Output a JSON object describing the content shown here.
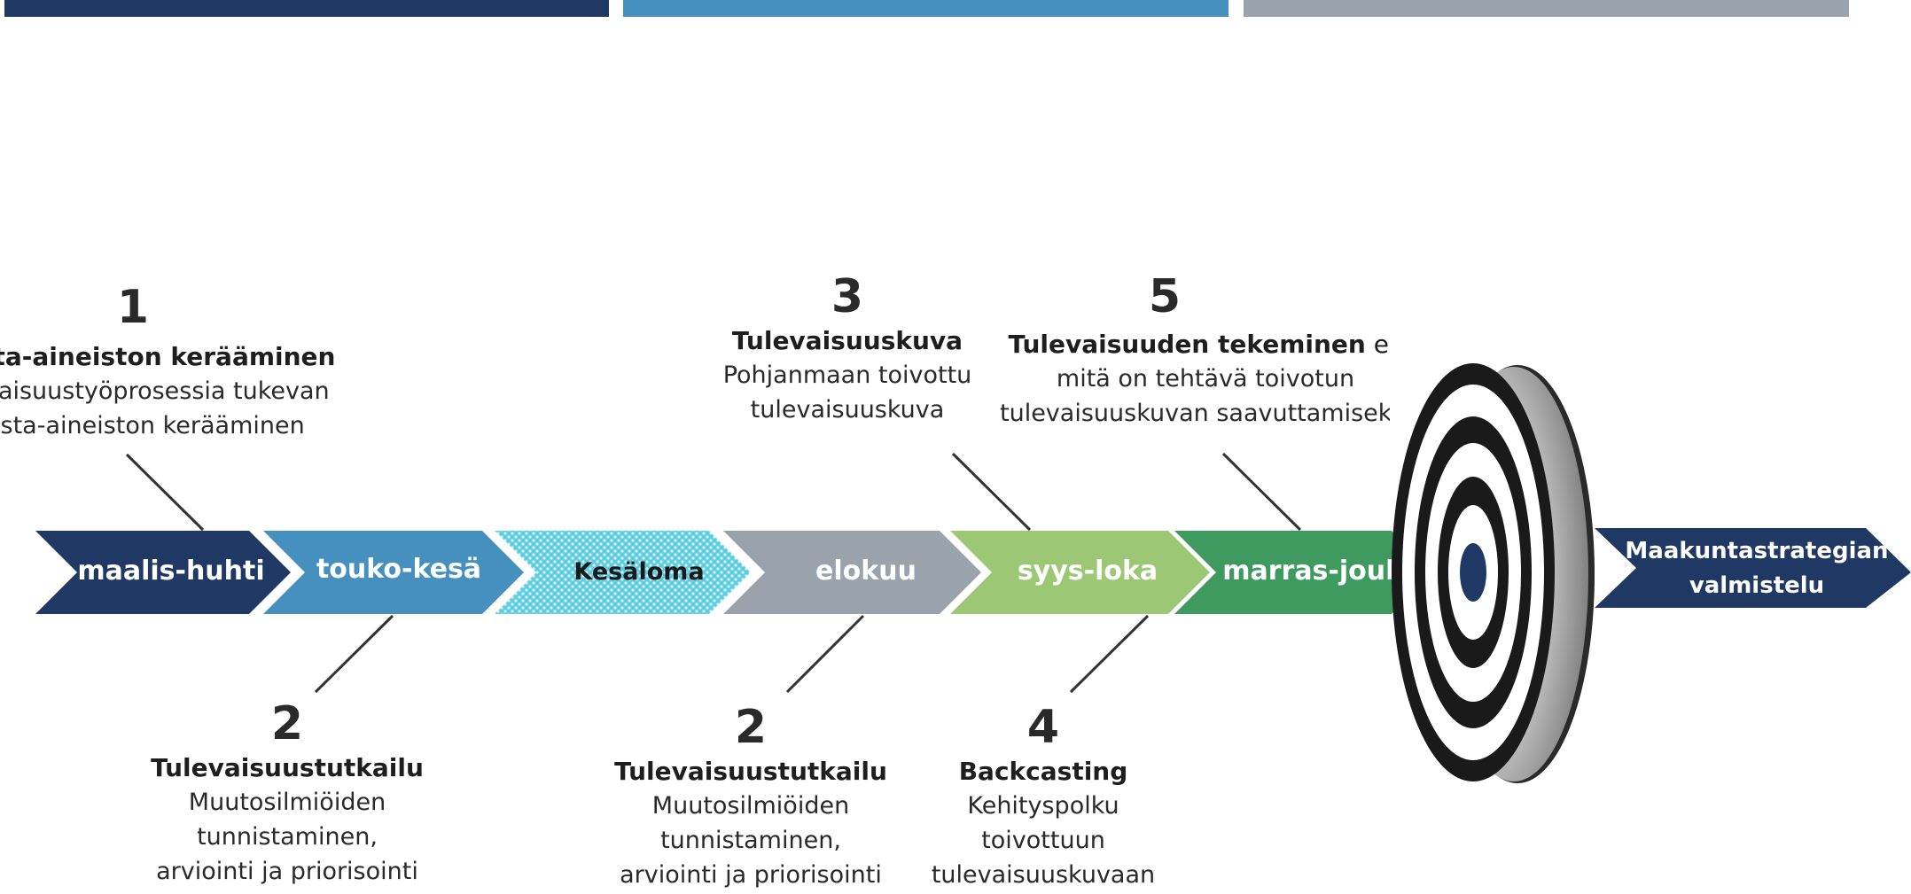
{
  "colors": {
    "navy": "#1f3864",
    "blue": "#4590bf",
    "light_blue": "#5fcde0",
    "gray": "#9aa2ab",
    "light_green": "#9cc876",
    "green": "#3f9a60",
    "white": "#ffffff",
    "black": "#1a1a1a"
  },
  "top_bars": [
    {
      "color": "#1f3864"
    },
    {
      "color": "#4590bf"
    },
    {
      "color": "#9aa2ab"
    }
  ],
  "timeline": [
    {
      "label": "maalis-huhti",
      "color": "#1f3864",
      "text_color": "#ffffff"
    },
    {
      "label": "touko-kesä",
      "color": "#4590bf",
      "text_color": "#ffffff"
    },
    {
      "label": "Kesäloma",
      "color": "#5fcde0",
      "text_color": "#1a1a1a",
      "pattern": "dotted"
    },
    {
      "label": "elokuu",
      "color": "#9aa2ab",
      "text_color": "#ffffff"
    },
    {
      "label": "syys-loka",
      "color": "#9cc876",
      "text_color": "#ffffff"
    },
    {
      "label": "marras-joulu",
      "color": "#3f9a60",
      "text_color": "#ffffff"
    }
  ],
  "goal": {
    "line1": "Maakuntastrategian",
    "line2": "valmistelu",
    "color": "#1f3864"
  },
  "callouts": {
    "step1": {
      "number": "1",
      "title": "Tausta-aineiston kerääminen",
      "lines": [
        "Tulevaisuustyöprosessia tukevan",
        "tausta-aineiston kerääminen"
      ]
    },
    "step2a": {
      "number": "2",
      "title": "Tulevaisuustutkailu",
      "lines": [
        "Muutosilmiöiden",
        "tunnistaminen,",
        "arviointi ja priorisointi"
      ]
    },
    "step2b": {
      "number": "2",
      "title": "Tulevaisuustutkailu",
      "lines": [
        "Muutosilmiöiden",
        "tunnistaminen,",
        "arviointi ja priorisointi"
      ]
    },
    "step3": {
      "number": "3",
      "title": "Tulevaisuuskuva",
      "lines": [
        "Pohjanmaan toivottu",
        "tulevaisuuskuva"
      ]
    },
    "step4": {
      "number": "4",
      "title": "Backcasting",
      "lines": [
        "Kehityspolku",
        "toivottuun",
        "tulevaisuuskuvaan"
      ]
    },
    "step5": {
      "number": "5",
      "title": "Tulevaisuuden tekeminen",
      "title_tail": " eli",
      "lines": [
        "mitä on tehtävä toivotun",
        "tulevaisuuskuvan saavuttamiseksi"
      ]
    }
  }
}
